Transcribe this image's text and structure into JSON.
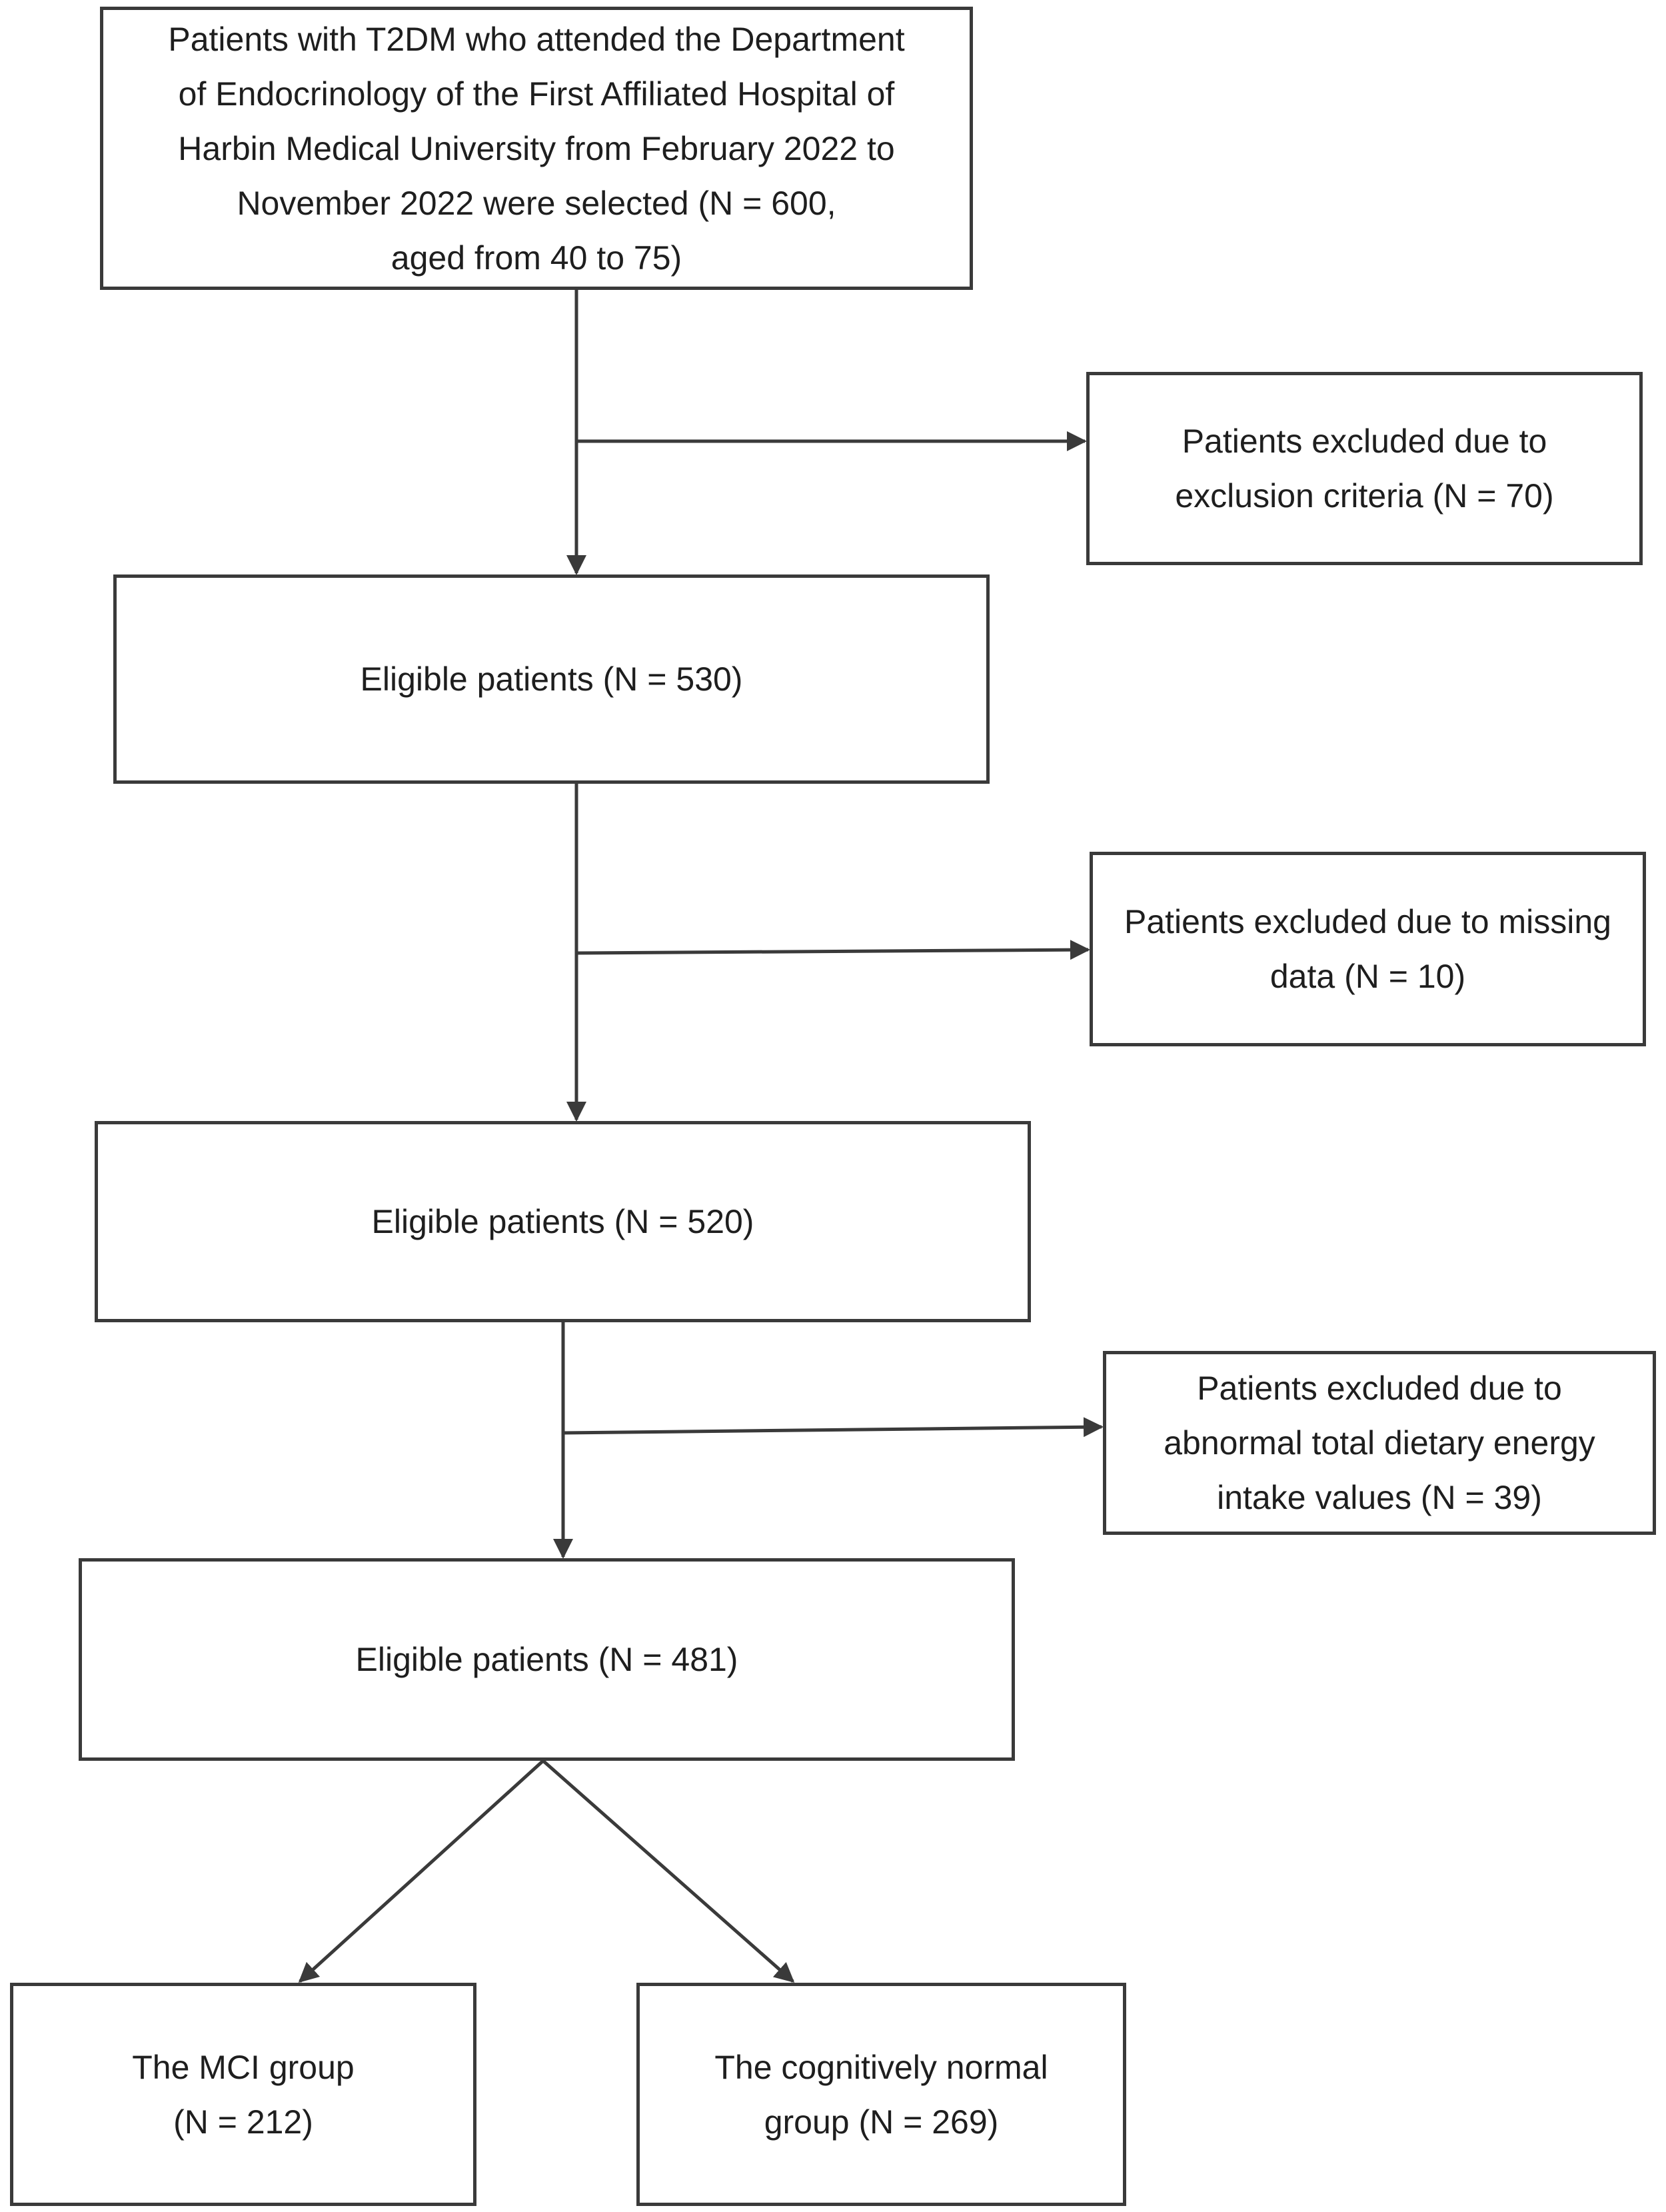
{
  "colors": {
    "line": "#3a3a3a",
    "text": "#1e1e1e",
    "background": "#ffffff"
  },
  "nodes": {
    "start": "Patients with T2DM who attended the Department\nof Endocrinology of the First Affiliated Hospital of\nHarbin Medical University from February 2022 to\nNovember 2022 were selected (N = 600,\naged from 40 to 75)",
    "excluded_criteria": "Patients excluded due to\nexclusion criteria (N = 70)",
    "eligible_530": "Eligible patients (N = 530)",
    "excluded_missing": "Patients excluded due to missing\ndata (N = 10)",
    "eligible_520": "Eligible patients (N = 520)",
    "excluded_energy": "Patients excluded due to\nabnormal total dietary energy\nintake values (N = 39)",
    "eligible_481": "Eligible patients (N = 481)",
    "mci_group": "The MCI group\n(N = 212)",
    "normal_group": "The cognitively normal\ngroup (N = 269)"
  }
}
